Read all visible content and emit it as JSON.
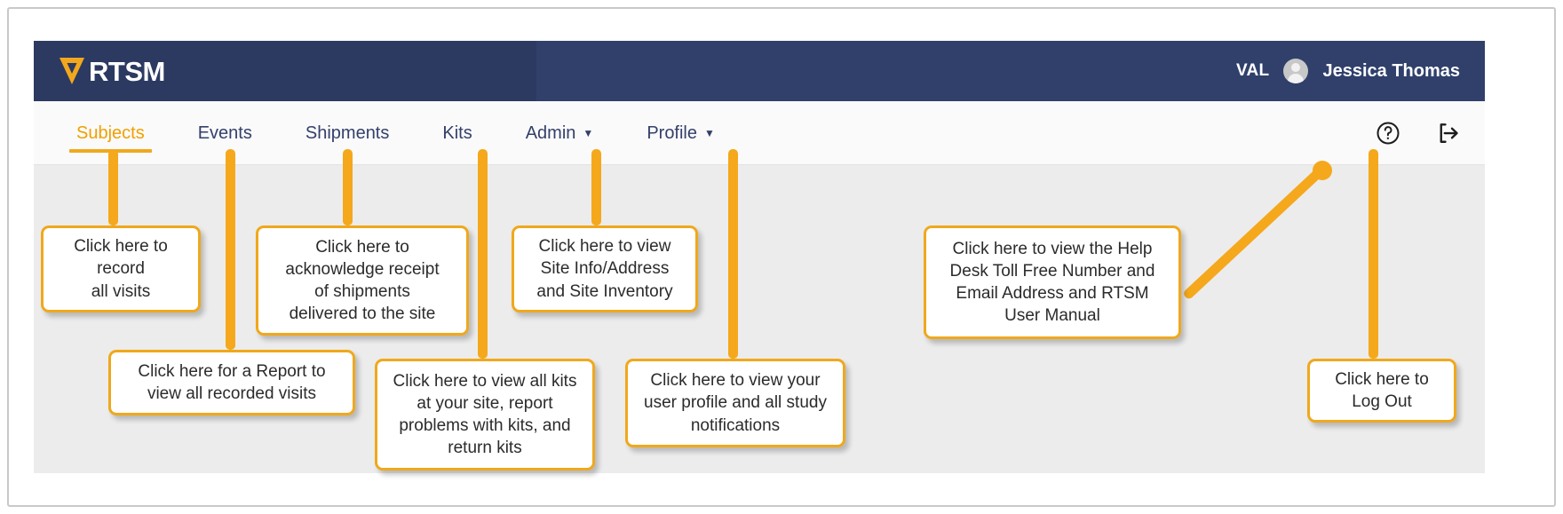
{
  "app": {
    "logo_text": "RTSM",
    "logo_icon": "veeva-v-logo-icon",
    "header": {
      "environment_label": "VAL",
      "avatar_icon": "user-avatar-icon",
      "user_name": "Jessica Thomas"
    },
    "nav": {
      "items": [
        {
          "label": "Subjects",
          "active": true,
          "has_caret": false
        },
        {
          "label": "Events",
          "active": false,
          "has_caret": false
        },
        {
          "label": "Shipments",
          "active": false,
          "has_caret": false
        },
        {
          "label": "Kits",
          "active": false,
          "has_caret": false
        },
        {
          "label": "Admin",
          "active": false,
          "has_caret": true
        },
        {
          "label": "Profile",
          "active": false,
          "has_caret": true
        }
      ],
      "caret_glyph": "▼",
      "icons": [
        {
          "name": "help-icon",
          "label": "?"
        },
        {
          "name": "logout-icon",
          "label": "Log Out"
        }
      ]
    }
  },
  "callouts": [
    {
      "id": "subjects",
      "text": "Click here to\nrecord\nall visits"
    },
    {
      "id": "shipments",
      "text": "Click here to\nacknowledge receipt\nof shipments\ndelivered to the site"
    },
    {
      "id": "admin",
      "text": "Click here to view\nSite Info/Address\nand Site Inventory"
    },
    {
      "id": "help",
      "text": "Click here to view the Help\nDesk Toll Free Number and\nEmail Address and RTSM\nUser Manual"
    },
    {
      "id": "events",
      "text": "Click here for a Report to\nview all recorded visits"
    },
    {
      "id": "kits",
      "text": "Click here to view all kits\nat your site, report\nproblems with kits, and\nreturn kits"
    },
    {
      "id": "profile",
      "text": "Click here to view your\nuser profile and all study\nnotifications"
    },
    {
      "id": "logout",
      "text": "Click here to\nLog Out"
    }
  ],
  "colors": {
    "accent_orange": "#f0a81b",
    "navy": "#2c3a62",
    "page_grey": "#ececec",
    "nav_text": "#34406b"
  }
}
